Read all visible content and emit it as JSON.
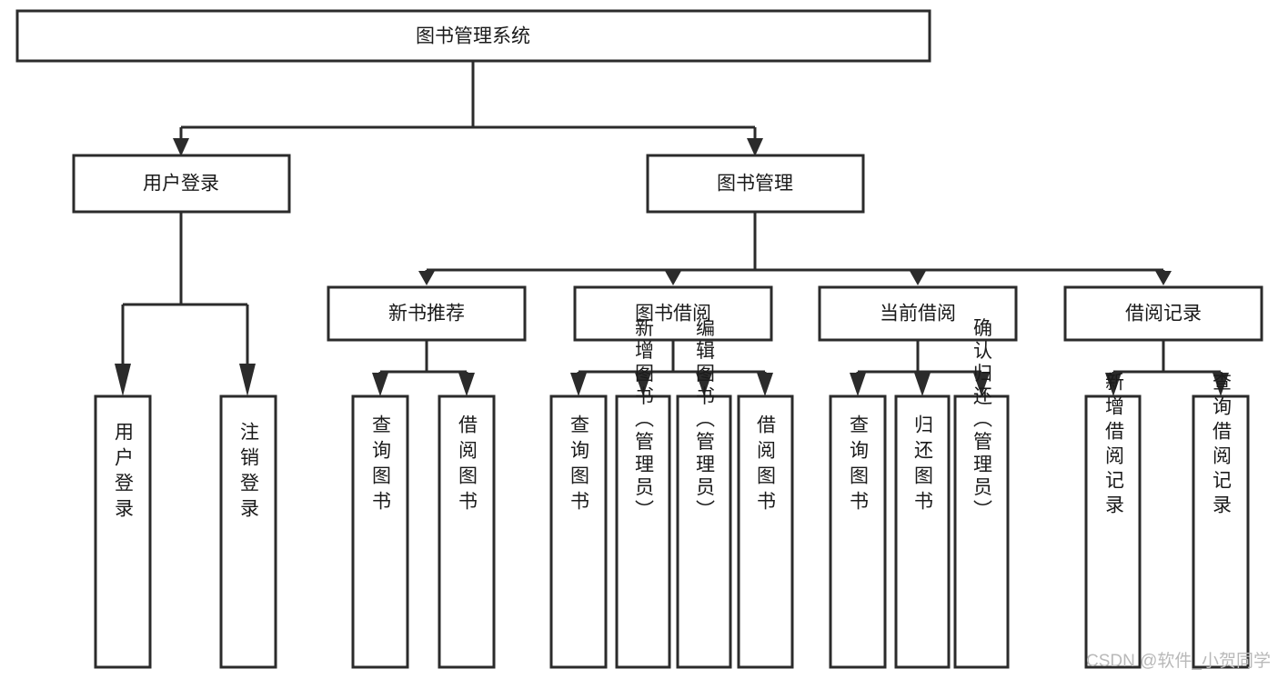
{
  "diagram": {
    "title": "图书管理系统",
    "type": "tree",
    "orientation": "top-down",
    "colors": {
      "box_stroke": "#2b2b2b",
      "box_fill": "#ffffff",
      "connector": "#2b2b2b",
      "text": "#1a1a1a",
      "background": "#ffffff",
      "watermark": "#b9b9b9"
    },
    "root": {
      "label": "图书管理系统"
    },
    "level1": [
      {
        "label": "用户登录"
      },
      {
        "label": "图书管理"
      }
    ],
    "level2": [
      {
        "label": "新书推荐"
      },
      {
        "label": "图书借阅"
      },
      {
        "label": "当前借阅"
      },
      {
        "label": "借阅记录"
      }
    ],
    "leaves": {
      "user_login": [
        {
          "label": "用户登录"
        },
        {
          "label": "注销登录"
        }
      ],
      "new_book_recommend": [
        {
          "label": "查询图书"
        },
        {
          "label": "借阅图书"
        }
      ],
      "book_borrow": [
        {
          "label": "查询图书"
        },
        {
          "label": "新增图书（管理员）"
        },
        {
          "label": "编辑图书（管理员）"
        },
        {
          "label": "借阅图书"
        }
      ],
      "current_borrow": [
        {
          "label": "查询图书"
        },
        {
          "label": "归还图书"
        },
        {
          "label": "确认归还（管理员）"
        }
      ],
      "borrow_record": [
        {
          "label": "新增借阅记录"
        },
        {
          "label": "查询借阅记录"
        }
      ]
    }
  },
  "watermark": {
    "text": "CSDN @软件_小贺同学"
  }
}
